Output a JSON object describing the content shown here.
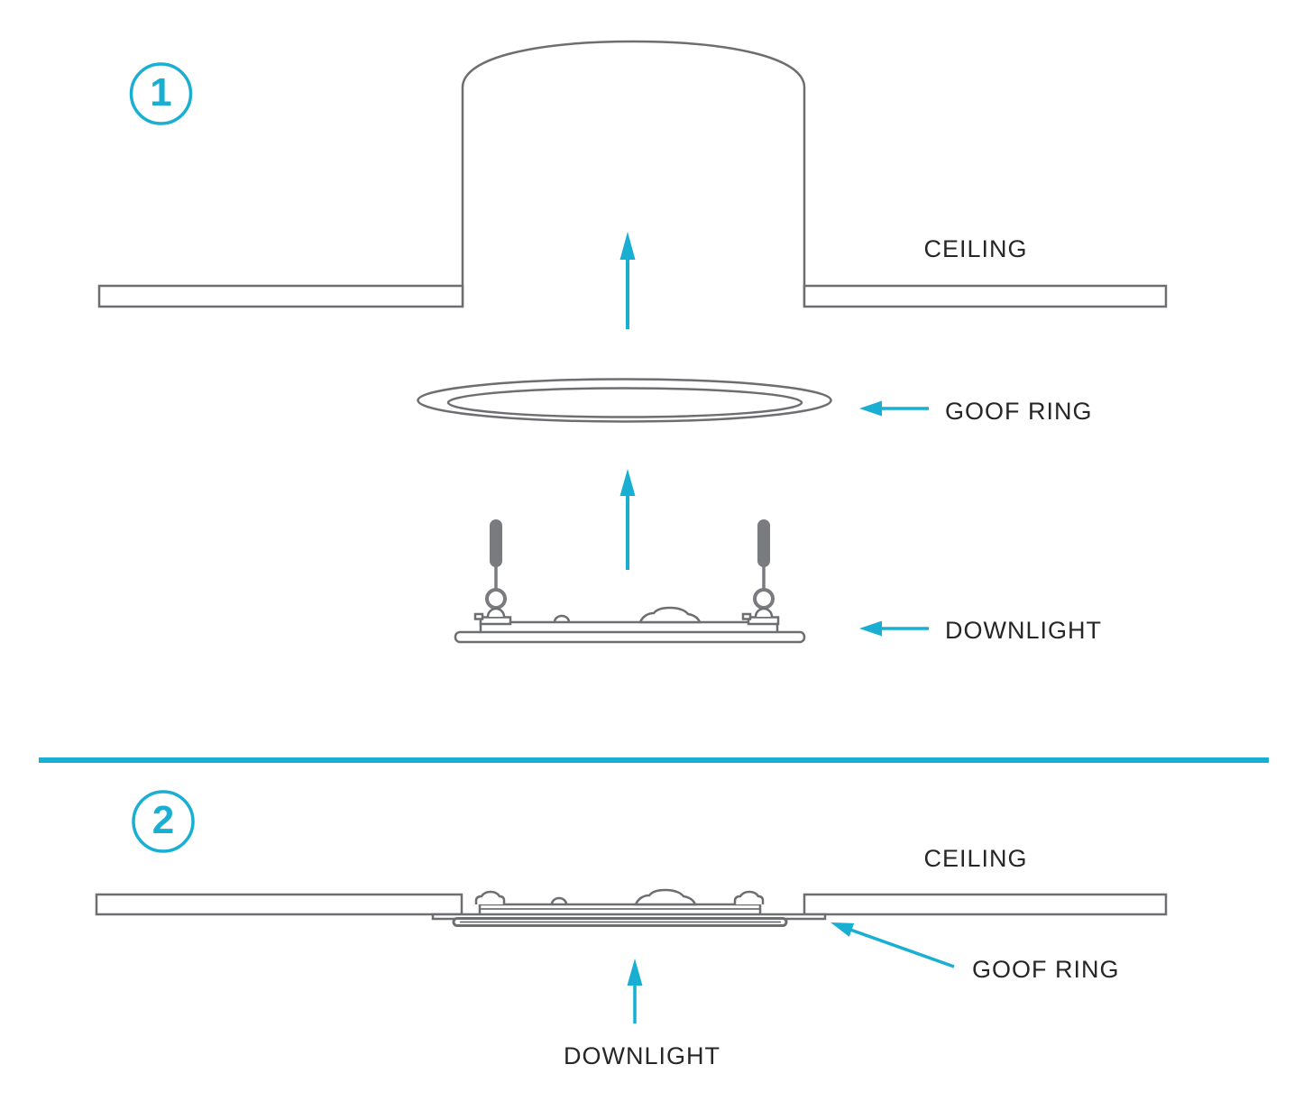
{
  "colors": {
    "accent": "#18AFD2",
    "line": "#6D6E71",
    "clip_fill": "#797B7E",
    "text": "#262626",
    "bg": "#FFFFFF"
  },
  "steps": [
    {
      "number": "1",
      "labels": {
        "ceiling": "CEILING",
        "goof_ring": "GOOF RING",
        "downlight": "DOWNLIGHT"
      }
    },
    {
      "number": "2",
      "labels": {
        "ceiling": "CEILING",
        "goof_ring": "GOOF RING",
        "downlight": "DOWNLIGHT"
      }
    }
  ]
}
